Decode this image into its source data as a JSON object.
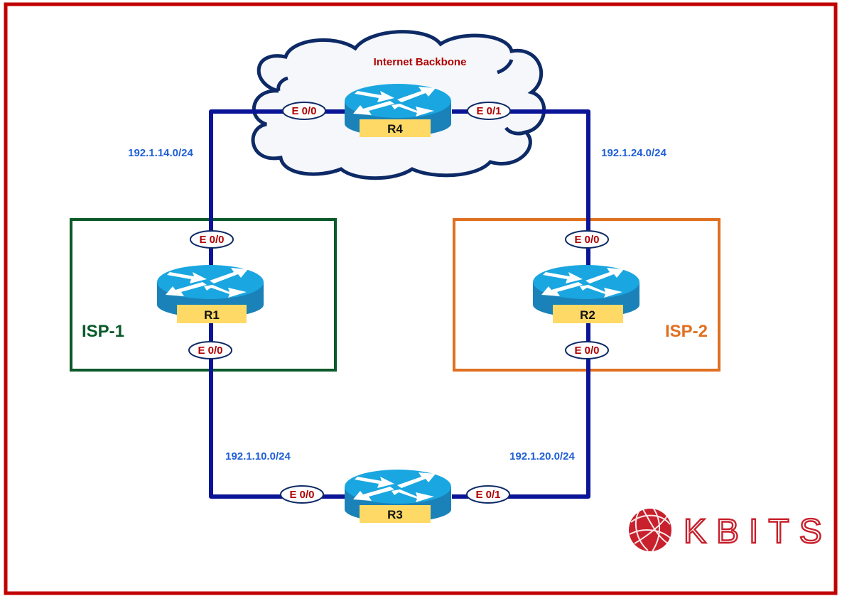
{
  "diagram": {
    "cloud": {
      "title": "Internet Backbone"
    },
    "groups": [
      {
        "id": "isp1",
        "label": "ISP-1",
        "color": "#0b5a2a"
      },
      {
        "id": "isp2",
        "label": "ISP-2",
        "color": "#e07020"
      }
    ],
    "routers": [
      {
        "id": "R4",
        "label": "R4"
      },
      {
        "id": "R1",
        "label": "R1"
      },
      {
        "id": "R2",
        "label": "R2"
      },
      {
        "id": "R3",
        "label": "R3"
      }
    ],
    "interfaces": {
      "r4_left": "E 0/0",
      "r4_right": "E 0/1",
      "r1_top": "E 0/0",
      "r1_bottom": "E 0/0",
      "r2_top": "E 0/0",
      "r2_bottom": "E 0/0",
      "r3_left": "E 0/0",
      "r3_right": "E 0/1"
    },
    "networks": {
      "r1_r4": "192.1.14.0/24",
      "r2_r4": "192.1.24.0/24",
      "r1_r3": "192.1.10.0/24",
      "r2_r3": "192.1.20.0/24"
    },
    "links": [
      {
        "from": "R4",
        "to": "R1",
        "network": "192.1.14.0/24"
      },
      {
        "from": "R4",
        "to": "R2",
        "network": "192.1.24.0/24"
      },
      {
        "from": "R1",
        "to": "R3",
        "network": "192.1.10.0/24"
      },
      {
        "from": "R2",
        "to": "R3",
        "network": "192.1.20.0/24"
      }
    ],
    "logo": {
      "text": "KBITS",
      "color": "#c8202c"
    },
    "colors": {
      "frame": "#c00000",
      "link": "#0a1496",
      "router_top": "#1aa6e0",
      "router_side": "#1a82b8",
      "router_tag": "#ffd966",
      "cloud_outline": "#0d2a66"
    }
  }
}
